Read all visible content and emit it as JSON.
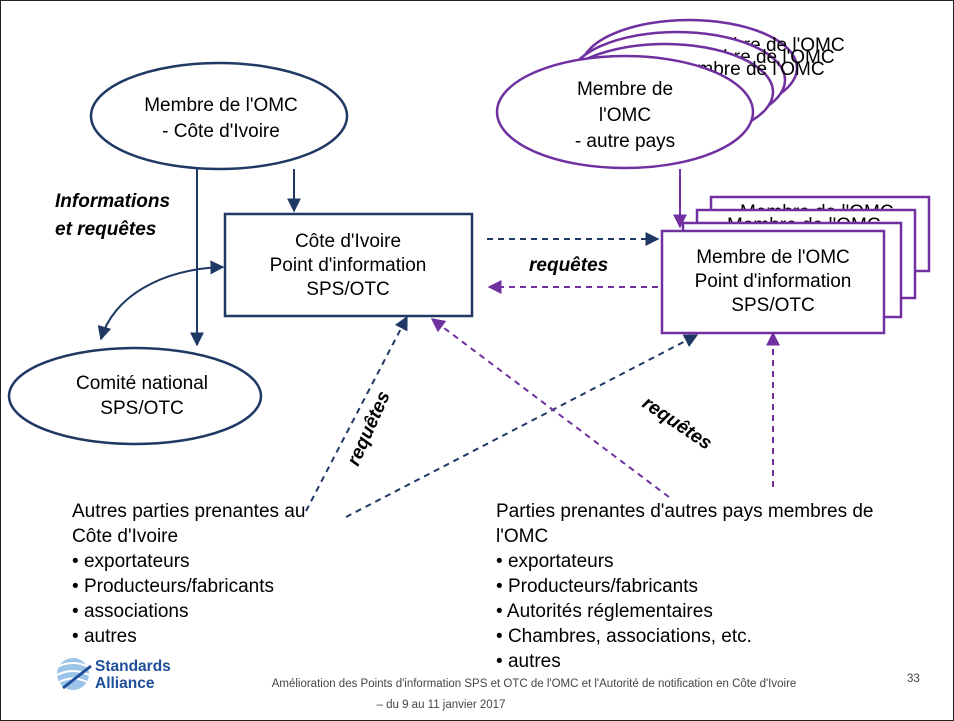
{
  "omc_ci": {
    "line1": "Membre de l'OMC",
    "line2": "- Côte d'Ivoire"
  },
  "omc_other": {
    "line1": "Membre de",
    "line2": "l'OMC",
    "line3": "- autre pays",
    "behind_text": "Membre de l'OMC"
  },
  "info_label": {
    "line1": "Informations",
    "line2": "et requêtes"
  },
  "ci_point": {
    "line1": "Côte d'Ivoire",
    "line2": "Point d'information",
    "line3": "SPS/OTC"
  },
  "other_point": {
    "line1": "Membre de l'OMC",
    "line2": "Point d'information",
    "line3": "SPS/OTC",
    "behind_text": "Membre de l'OMC"
  },
  "requetes": "requêtes",
  "comite": {
    "line1": "Comité national",
    "line2": "SPS/OTC"
  },
  "stakeholders_ci": {
    "title_line1": "Autres parties prenantes au",
    "title_line2": "Côte d'Ivoire",
    "items": [
      "exportateurs",
      "Producteurs/fabricants",
      "associations",
      "autres"
    ]
  },
  "stakeholders_other": {
    "title_line1": "Parties prenantes d'autres pays membres de",
    "title_line2": "l'OMC",
    "items": [
      "exportateurs",
      "Producteurs/fabricants",
      "Autorités réglementaires",
      "Chambres, associations, etc.",
      "autres"
    ]
  },
  "footer": {
    "line1": "Amélioration des Points d'information SPS et OTC de l'OMC et l'Autorité de notification en Côte d'Ivoire",
    "line2": "– du 9 au 11 janvier 2017",
    "page": "33"
  },
  "logo": {
    "line1": "Standards",
    "line2": "Alliance"
  },
  "colors": {
    "navy": "#1f3864",
    "purple": "#7030a0",
    "logo_blue": "#1f4e9a"
  }
}
